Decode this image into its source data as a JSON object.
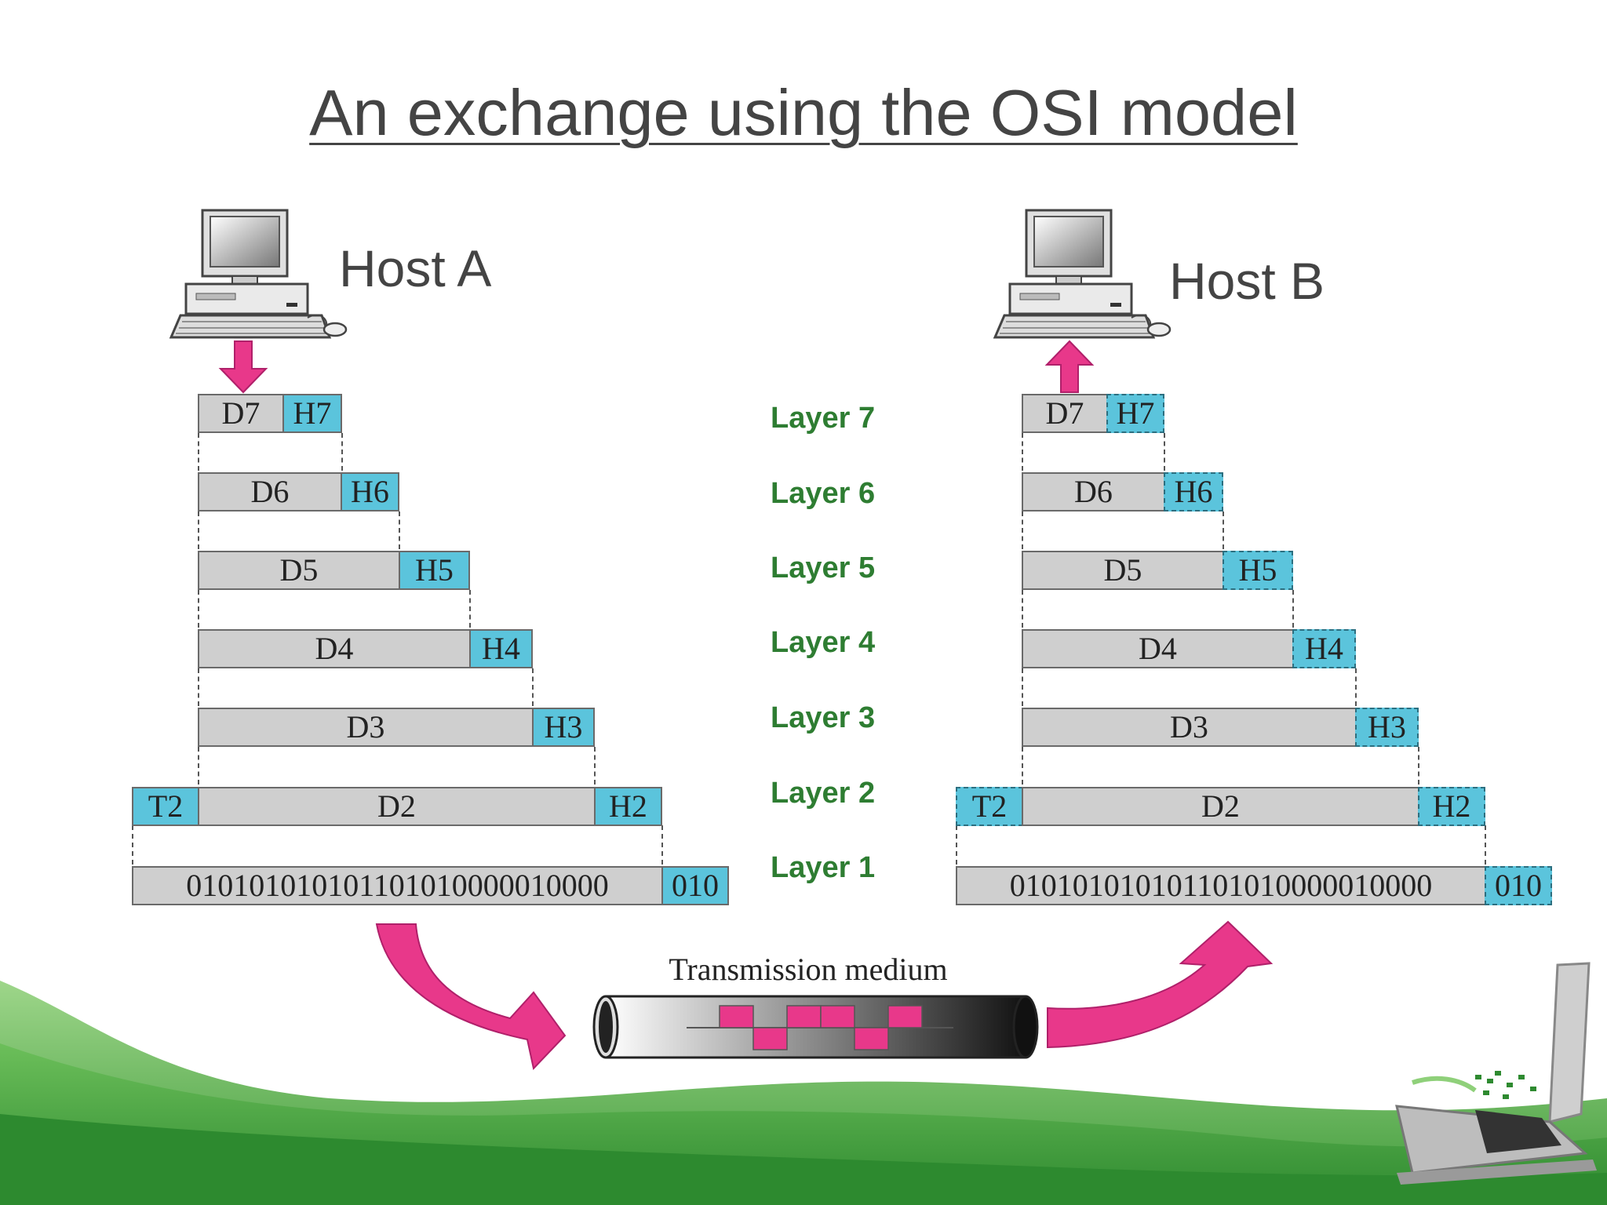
{
  "title": "An exchange using the OSI model",
  "host_a": {
    "label": "Host A",
    "layers": [
      {
        "data": "D7",
        "header": "H7"
      },
      {
        "data": "D6",
        "header": "H6"
      },
      {
        "data": "D5",
        "header": "H5"
      },
      {
        "data": "D4",
        "header": "H4"
      },
      {
        "data": "D3",
        "header": "H3"
      },
      {
        "data": "D2",
        "header": "H2",
        "trailer": "T2"
      },
      {
        "data": "010101010101101010000010000",
        "header": "010"
      }
    ]
  },
  "host_b": {
    "label": "Host B",
    "layers": [
      {
        "data": "D7",
        "header": "H7"
      },
      {
        "data": "D6",
        "header": "H6"
      },
      {
        "data": "D5",
        "header": "H5"
      },
      {
        "data": "D4",
        "header": "H4"
      },
      {
        "data": "D3",
        "header": "H3"
      },
      {
        "data": "D2",
        "header": "H2",
        "trailer": "T2"
      },
      {
        "data": "010101010101101010000010000",
        "header": "010"
      }
    ]
  },
  "layer_labels": [
    "Layer 7",
    "Layer 6",
    "Layer 5",
    "Layer 4",
    "Layer 3",
    "Layer 2",
    "Layer 1"
  ],
  "transmission_medium": "Transmission medium",
  "colors": {
    "arrow": "#e8388a",
    "header_fill": "#5bc4dc",
    "data_fill": "#cfcfcf",
    "layer_label": "#2e7d32",
    "title": "#444444"
  }
}
